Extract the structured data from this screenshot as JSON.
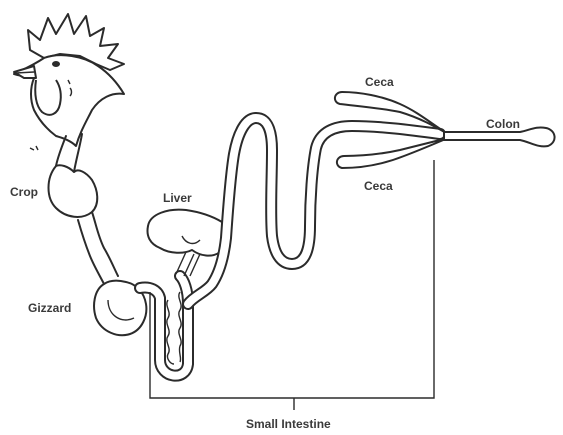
{
  "labels": {
    "crop": "Crop",
    "liver": "Liver",
    "gizzard": "Gizzard",
    "ceca_upper": "Ceca",
    "ceca_lower": "Ceca",
    "colon": "Colon",
    "small_intestine": "Small Intestine"
  },
  "colors": {
    "line": "#2b2b2b",
    "text": "#3a3a3a",
    "background": "#ffffff"
  }
}
